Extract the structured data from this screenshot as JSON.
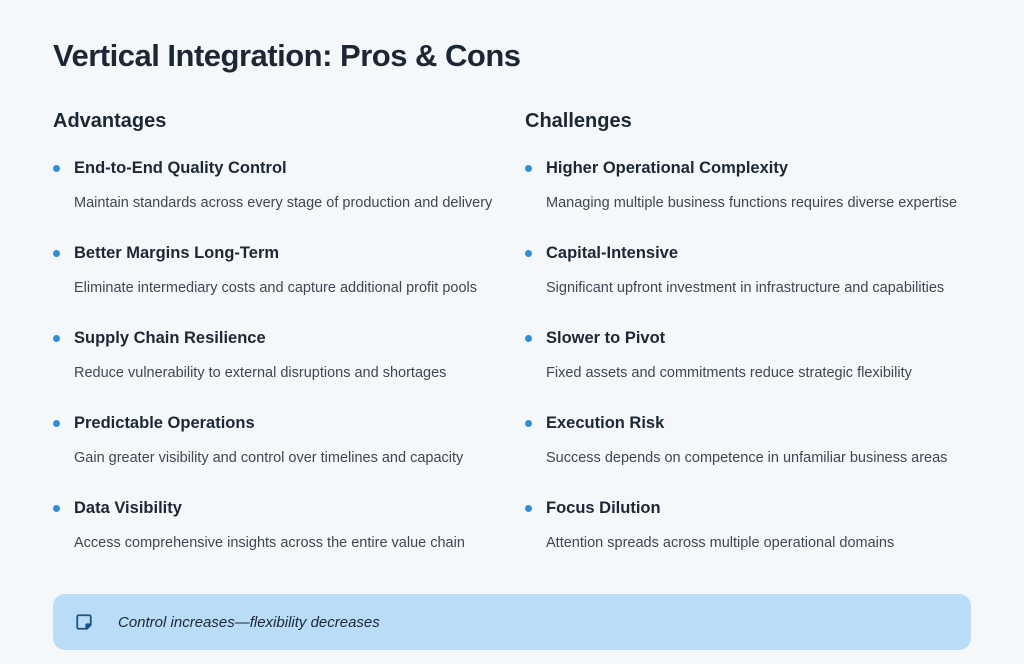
{
  "page": {
    "title": "Vertical Integration: Pros & Cons",
    "background_color": "#f5f8fb",
    "accent_color": "#2d8fd5",
    "heading_text_color": "#1c2736",
    "body_text_color": "#3d4753"
  },
  "columns": [
    {
      "heading": "Advantages",
      "items": [
        {
          "title": "End-to-End Quality Control",
          "description": "Maintain standards across every stage of production and delivery"
        },
        {
          "title": "Better Margins Long-Term",
          "description": "Eliminate intermediary costs and capture additional profit pools"
        },
        {
          "title": "Supply Chain Resilience",
          "description": "Reduce vulnerability to external disruptions and shortages"
        },
        {
          "title": "Predictable Operations",
          "description": "Gain greater visibility and control over timelines and capacity"
        },
        {
          "title": "Data Visibility",
          "description": "Access comprehensive insights across the entire value chain"
        }
      ]
    },
    {
      "heading": "Challenges",
      "items": [
        {
          "title": "Higher Operational Complexity",
          "description": "Managing multiple business functions requires diverse expertise"
        },
        {
          "title": "Capital-Intensive",
          "description": "Significant upfront investment in infrastructure and capabilities"
        },
        {
          "title": "Slower to Pivot",
          "description": "Fixed assets and commitments reduce strategic flexibility"
        },
        {
          "title": "Execution Risk",
          "description": "Success depends on competence in unfamiliar business areas"
        },
        {
          "title": "Focus Dilution",
          "description": "Attention spreads across multiple operational domains"
        }
      ]
    }
  ],
  "callout": {
    "icon": "sticky-note-icon",
    "text": "Control increases—flexibility decreases",
    "background_color": "#b9dcf9",
    "icon_color": "#1a5680"
  }
}
